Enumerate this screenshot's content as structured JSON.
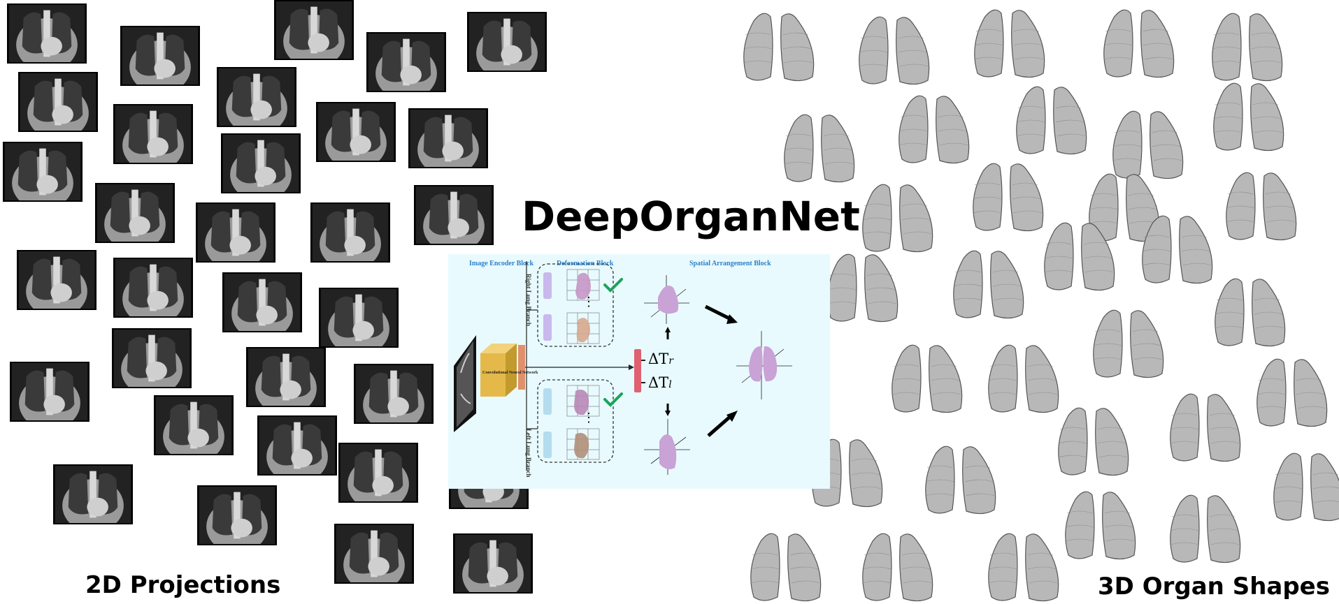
{
  "title": "DeepOrganNet",
  "captions": {
    "left": "2D Projections",
    "right": "3D Organ Shapes"
  },
  "pipeline": {
    "image_encoder_block": "Image Encoder Block",
    "deformation_block": "Deformation Block",
    "spatial_arrangement_block": "Spatial Arrangement Block",
    "cnn_label": "Convolutional Neural Network",
    "right_branch": "Right Lung Branch",
    "left_branch": "Left Lung Branch",
    "delta_r": "ΔT",
    "delta_r_sub": "r",
    "delta_l": "ΔT",
    "delta_l_sub": "l",
    "ellipsis": "⋮"
  },
  "colors": {
    "panel_bg": "#e8fafd",
    "accent_blue": "#2f7fc9",
    "lung_shape": "#b8b8b8",
    "check_green": "#1aa35a"
  }
}
